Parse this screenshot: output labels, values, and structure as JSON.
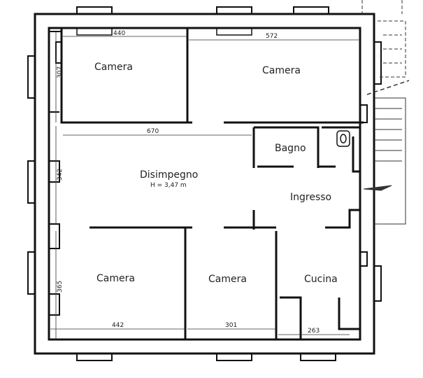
{
  "rooms": [
    {
      "name": "Camera",
      "id": "top-left"
    },
    {
      "name": "Camera",
      "id": "top-right"
    },
    {
      "name": "Bagno",
      "id": "bathroom"
    },
    {
      "name": "Disimpegno",
      "id": "hallway",
      "note": "H = 3,47 m"
    },
    {
      "name": "Ingresso",
      "id": "entrance"
    },
    {
      "name": "Camera",
      "id": "bottom-left"
    },
    {
      "name": "Camera",
      "id": "bottom-middle"
    },
    {
      "name": "Cucina",
      "id": "kitchen"
    }
  ],
  "dimensions": {
    "top_left_width": "440",
    "top_right_width": "572",
    "hallway_width": "670",
    "bottom_left_width": "442",
    "bottom_middle_width": "301",
    "kitchen_width": "263",
    "top_height": "307",
    "middle_height": "342",
    "bottom_height": "365"
  }
}
